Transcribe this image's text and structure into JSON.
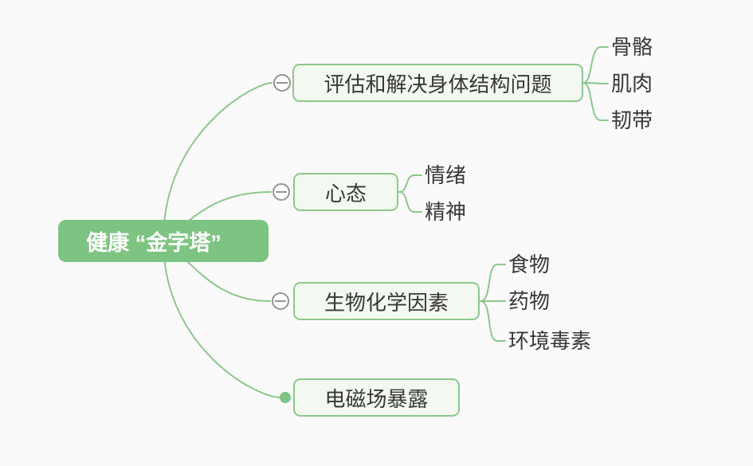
{
  "palette": {
    "background": "#fafafa",
    "root_fill": "#7dc482",
    "line_green": "#8cc88c",
    "branch_fill": "#f3f8f1",
    "text_dark": "#383838",
    "root_text": "#ffffff",
    "collapse_gray": "#949494"
  },
  "root": {
    "label": "健康 “金字塔”"
  },
  "branches": [
    {
      "label": "评估和解决身体结构问题",
      "children": [
        {
          "label": "骨骼"
        },
        {
          "label": "肌肉"
        },
        {
          "label": "韧带"
        }
      ]
    },
    {
      "label": "心态",
      "children": [
        {
          "label": "情绪"
        },
        {
          "label": "精神"
        }
      ]
    },
    {
      "label": "生物化学因素",
      "children": [
        {
          "label": "食物"
        },
        {
          "label": "药物"
        },
        {
          "label": "环境毒素"
        }
      ]
    },
    {
      "label": "电磁场暴露",
      "children": []
    }
  ]
}
